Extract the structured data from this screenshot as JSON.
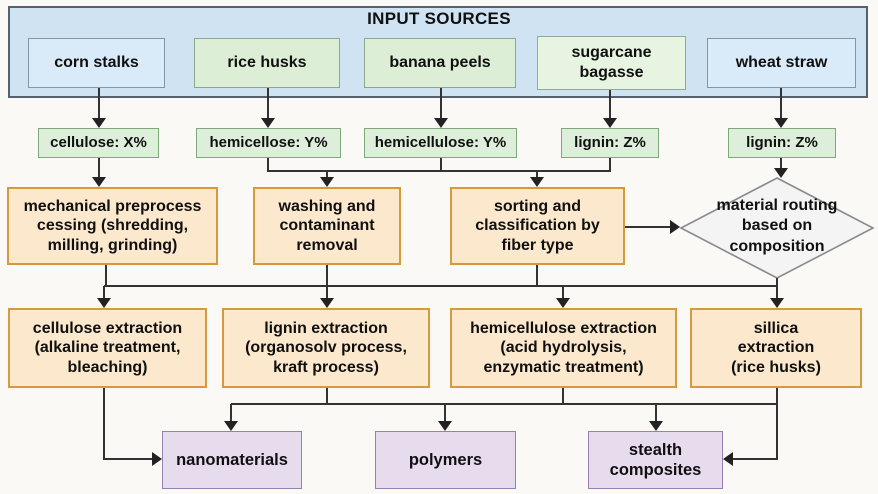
{
  "title": "INPUT SOURCES",
  "sources": [
    {
      "label": "corn stalks"
    },
    {
      "label": "rice husks"
    },
    {
      "label": "banana peels"
    },
    {
      "label": "sugarcane\nbagasse"
    },
    {
      "label": "wheat straw"
    }
  ],
  "compositions": [
    {
      "label": "cellulose: X%"
    },
    {
      "label": "hemicellose: Y%"
    },
    {
      "label": "hemicellulose: Y%"
    },
    {
      "label": "lignin: Z%"
    },
    {
      "label": "lignin: Z%"
    }
  ],
  "processing": [
    {
      "label": "mechanical preprocess\ncessing (shredding,\nmilling, grinding)"
    },
    {
      "label": "washing and\ncontaminant\nremoval"
    },
    {
      "label": "sorting and\nclassification by\nfiber type"
    }
  ],
  "routing": {
    "label": "material routing\nbased on\ncomposition"
  },
  "extraction": [
    {
      "label": "cellulose extraction\n(alkaline treatment,\nbleaching)"
    },
    {
      "label": "lignin extraction\n(organosolv process,\nkraft process)"
    },
    {
      "label": "hemicellulose extraction\n(acid hydrolysis,\nenzymatic treatment)"
    },
    {
      "label": "sillica\nextraction\n(rice husks)"
    }
  ],
  "outputs": [
    {
      "label": "nanomaterials"
    },
    {
      "label": "polymers"
    },
    {
      "label": "stealth\ncomposites"
    }
  ],
  "colors": {
    "banner_fill": "#cfe3f2",
    "banner_border": "#55626e",
    "blue_fill": "#d9eaf8",
    "green_fill": "#ddeed6",
    "pale_green_fill": "#e7f4e2",
    "comp_fill": "#ddeeda",
    "comp_border": "#7ea877",
    "process_fill": "#fbe8cd",
    "process_border": "#d7993e",
    "output_fill": "#e7dcee",
    "output_border": "#9780ae",
    "diamond_fill": "#f4f4f4",
    "diamond_border": "#8a8a8a",
    "line": "#333333",
    "text": "#101010"
  }
}
